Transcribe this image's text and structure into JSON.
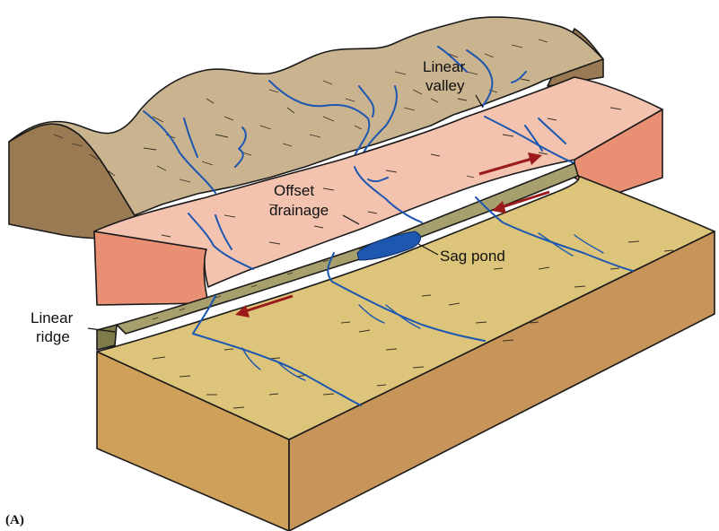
{
  "labels": {
    "linear_valley_line1": "Linear",
    "linear_valley_line2": "valley",
    "offset_drainage_line1": "Offset",
    "offset_drainage_line2": "drainage",
    "sag_pond": "Sag pond",
    "linear_ridge_line1": "Linear",
    "linear_ridge_line2": "ridge",
    "panel": "(A)"
  },
  "colors": {
    "hills_top": "#c9b48f",
    "hills_side": "#9a7a52",
    "pink_top": "#f3c3b0",
    "pink_side": "#e88f74",
    "ridge_top": "#a7a06c",
    "ridge_side": "#7f7a4a",
    "block_top": "#dcc57a",
    "block_side": "#cfa05a",
    "water": "#1d57b0",
    "motion_arrow": "#9b1b1b"
  }
}
